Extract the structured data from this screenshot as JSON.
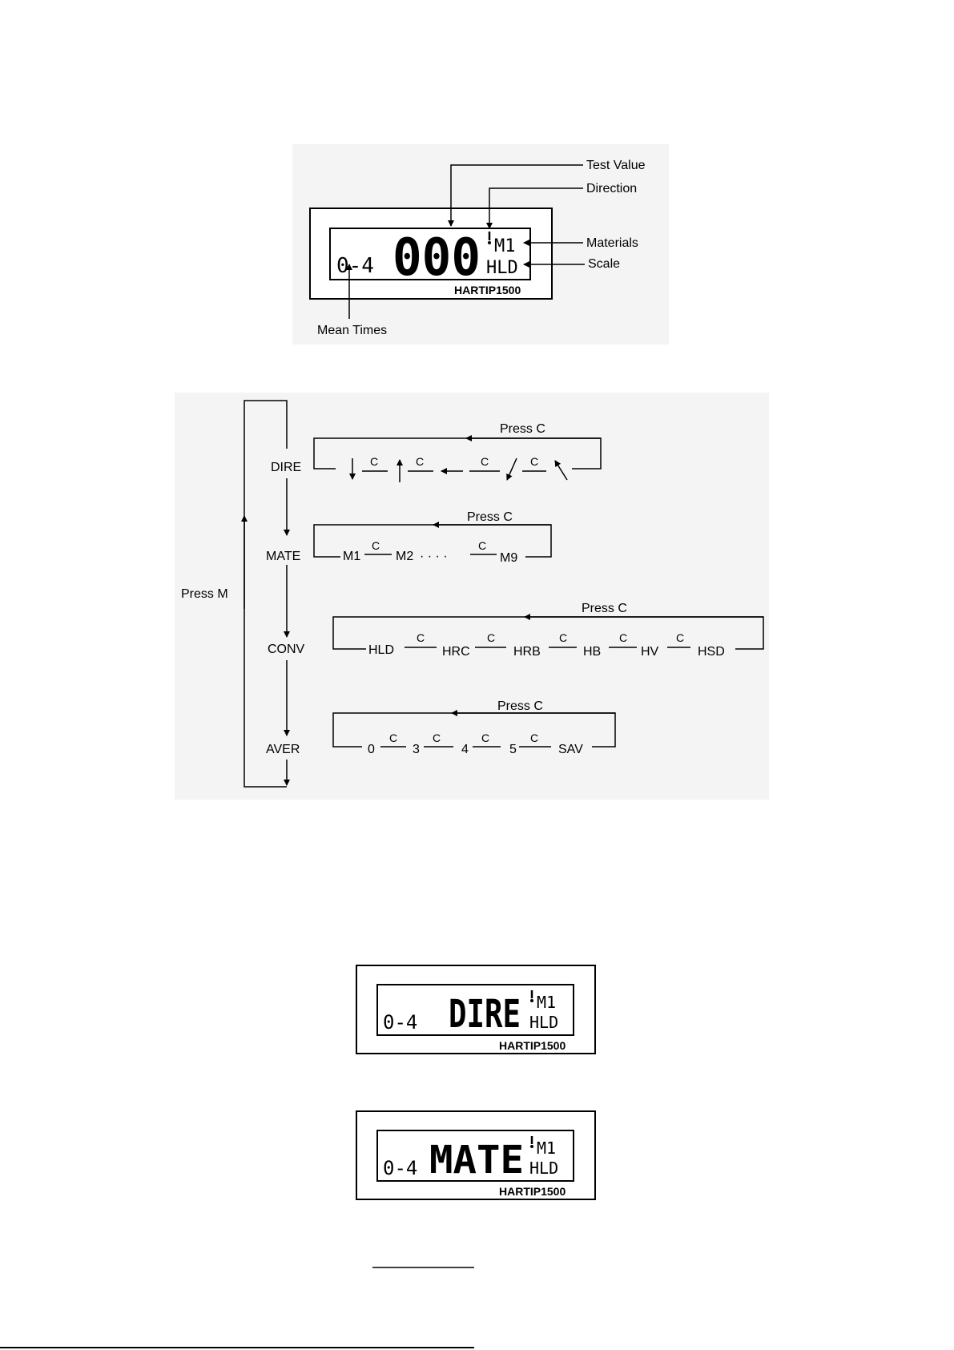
{
  "lcd_main": {
    "reading": "000",
    "mean_times": "0-4",
    "direction_material": "M1",
    "scale": "HLD",
    "brand": "HARTIP1500",
    "callouts": {
      "test_value": "Test Value",
      "direction": "Direction",
      "materials": "Materials",
      "scale": "Scale",
      "mean_times": "Mean Times"
    }
  },
  "menu_flow": {
    "press_m": "Press M",
    "press_c": "Press C",
    "c_key": "C",
    "rows": [
      {
        "name": "DIRE"
      },
      {
        "name": "MATE",
        "items": [
          "M1",
          "M2",
          "· · · ·",
          "M9"
        ]
      },
      {
        "name": "CONV",
        "items": [
          "HLD",
          "HRC",
          "HRB",
          "HB",
          "HV",
          "HSD"
        ]
      },
      {
        "name": "AVER",
        "items": [
          "0",
          "3",
          "4",
          "5",
          "SAV"
        ]
      }
    ]
  },
  "lcd_dire": {
    "mean_times": "0-4",
    "word": "DIRE",
    "direction_material": "M1",
    "scale": "HLD",
    "brand": "HARTIP1500"
  },
  "lcd_mate": {
    "mean_times": "0-4",
    "word": "MATE",
    "direction_material": "M1",
    "scale": "HLD",
    "brand": "HARTIP1500"
  },
  "colors": {
    "ink": "#000000",
    "panel_bg": "#f4f4f4",
    "page": "#ffffff"
  }
}
